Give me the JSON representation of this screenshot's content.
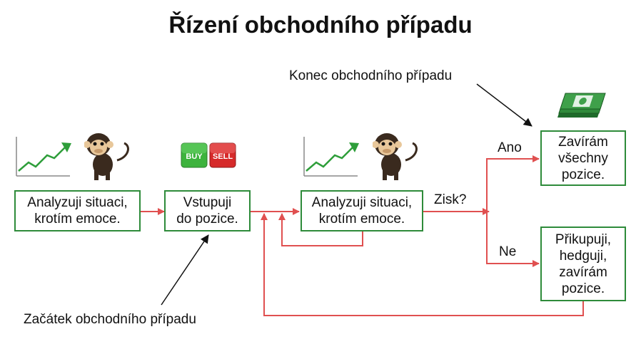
{
  "title": "Řízení obchodního případu",
  "boxes": {
    "analyze1": "Analyzuji situaci,\nkrotím emoce.",
    "enter": "Vstupuji\ndo pozice.",
    "analyze2": "Analyzuji situaci,\nkrotím emoce.",
    "close": "Zavírám\nvšechny\npozice.",
    "adjust": "Přikupuji,\nhedguji,\nzavírám\npozice."
  },
  "labels": {
    "profit": "Zisk?",
    "yes": "Ano",
    "no": "Ne",
    "end_note": "Konec obchodního případu",
    "start_note": "Začátek obchodního případu"
  },
  "buttons": {
    "buy": "BUY",
    "sell": "SELL"
  },
  "colors": {
    "box_border": "#2e8b3a",
    "arrow": "#e05050",
    "buy": "#3db33d",
    "sell": "#d62a2a"
  },
  "icons": [
    "trend-chart-icon",
    "monkey-icon",
    "money-stack-icon"
  ]
}
